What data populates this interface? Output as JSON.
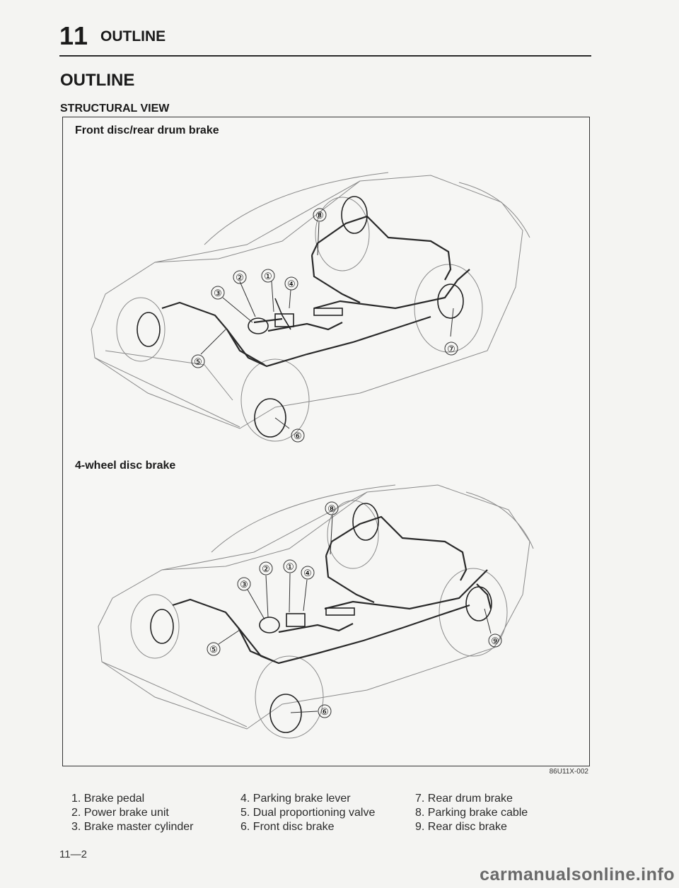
{
  "header": {
    "chapter_number": "11",
    "chapter_title": "OUTLINE"
  },
  "section_title": "OUTLINE",
  "subsection_title": "STRUCTURAL VIEW",
  "figure": {
    "caption_top": "Front disc/rear drum brake",
    "caption_bottom": "4-wheel disc brake",
    "code": "86U11X-002",
    "callouts_top": [
      "②",
      "①",
      "④",
      "③",
      "⑤",
      "⑧",
      "⑥",
      "⑦"
    ],
    "callouts_bottom": [
      "②",
      "①",
      "④",
      "③",
      "⑤",
      "⑧",
      "⑥",
      "⑨"
    ]
  },
  "legend": {
    "col1": [
      "1. Brake pedal",
      "2. Power brake unit",
      "3. Brake master cylinder"
    ],
    "col2": [
      "4. Parking brake lever",
      "5. Dual proportioning valve",
      "6. Front disc brake"
    ],
    "col3": [
      "7. Rear drum brake",
      "8. Parking brake cable",
      "9. Rear disc brake"
    ]
  },
  "page_number": "11—2",
  "watermark": "carmanualsonline.info"
}
